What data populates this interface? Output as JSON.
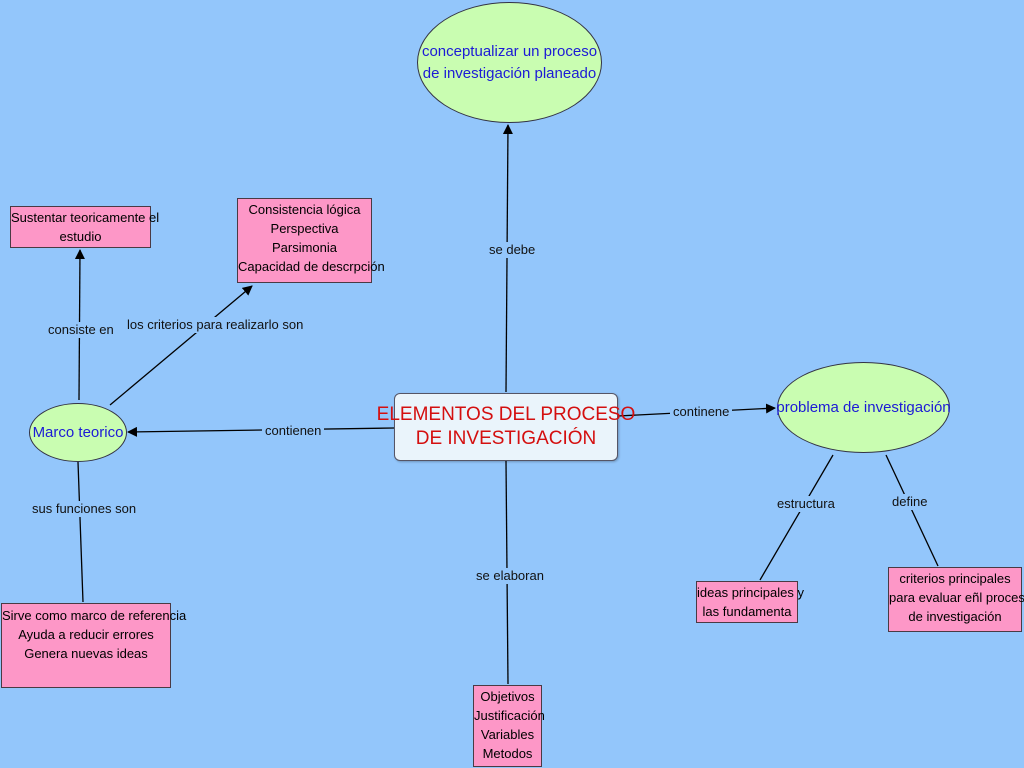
{
  "colors": {
    "background": "#93c6fb",
    "concept_box": "#fd97c7",
    "concept_ellipse": "#c9fdb1",
    "ellipse_text": "#1c1ad6",
    "main_text": "#d40f0f"
  },
  "nodes": {
    "main": [
      "ELEMENTOS DEL PROCESO",
      "DE INVESTIGACIÓN"
    ],
    "conceptualizar": [
      "conceptualizar un proceso",
      "de investigación planeado"
    ],
    "marco_teorico": [
      "Marco teorico"
    ],
    "problema": [
      "problema de investigación"
    ],
    "sustentar": [
      "Sustentar teoricamente el",
      "estudio"
    ],
    "consistencia": [
      "Consistencia lógica",
      "Perspectiva",
      "Parsimonia",
      "Capacidad de descrpción"
    ],
    "funciones": [
      "Sirve como marco de referencia",
      "Ayuda a reducir errores",
      "Genera nuevas ideas"
    ],
    "elementos": [
      "Objetivos",
      "Justificación",
      "Variables",
      "Metodos"
    ],
    "ideas": [
      "ideas principales y",
      "las fundamenta"
    ],
    "criterios": [
      "criterios principales",
      "para evaluar eñl proceso",
      "de investigación"
    ]
  },
  "links": {
    "se_debe": "se debe",
    "contienen": "contienen",
    "continene": "continene",
    "se_elaboran": "se elaboran",
    "consiste_en": "consiste en",
    "los_criterios": "los criterios para realizarlo son",
    "sus_funciones": "sus funciones son",
    "estructura": "estructura",
    "define": "define"
  }
}
